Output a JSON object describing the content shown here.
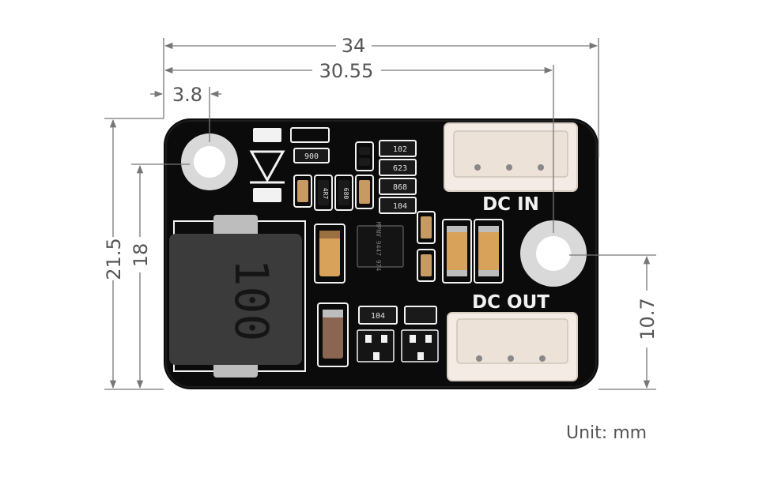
{
  "dimensions": {
    "total_width": "34",
    "hole_spacing": "30.55",
    "hole_offset": "3.8",
    "total_height": "21.5",
    "hole_height": "18",
    "out_hole_height": "10.7"
  },
  "labels": {
    "dc_in": "DC IN",
    "dc_out": "DC OUT",
    "unit": "Unit: mm"
  },
  "components": {
    "inductor_marking": "100",
    "ic_marking": "MPNV 9447 974",
    "r_102": "102",
    "r_623": "623",
    "r_868": "868",
    "r_104a": "104",
    "r_104b": "104",
    "r_900": "900",
    "r_4r7": "4R7",
    "r_680": "680"
  },
  "colors": {
    "board": "#0b0b0b",
    "silkscreen": "#f2f2f2",
    "connector": "#f4ece4",
    "capacitor": "#d8a25a",
    "inductor": "#3b3b3b",
    "dimension_line": "#777777"
  }
}
